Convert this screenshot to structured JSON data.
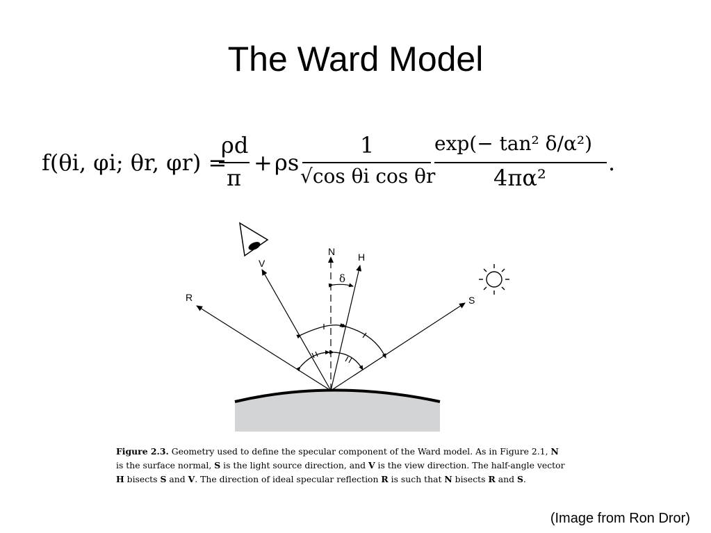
{
  "slide": {
    "title": "The Ward Model",
    "credit": "(Image from Ron Dror)"
  },
  "formula": {
    "lhs": "f(θi, φi; θr, φr) =",
    "term1_num": "ρd",
    "term1_den": "π",
    "plus": "+",
    "rho_s": "ρs",
    "term2_num": "1",
    "term2_den": "√cos θi cos θr",
    "term3_num": "exp(− tan² δ/α²)",
    "term3_den": "4πα²",
    "end": "."
  },
  "diagram": {
    "labels": {
      "n": "N",
      "h": "H",
      "v": "V",
      "r": "R",
      "s": "S",
      "delta": "δ"
    }
  },
  "caption": {
    "figure_label": "Figure 2.3.",
    "line1": " Geometry used to define the specular component of the Ward model. As in Figure 2.1, ",
    "n": "N",
    "line2a": "is the surface normal, ",
    "s": "S",
    "line2b": " is the light source direction, and ",
    "v": "V",
    "line2c": " is the view direction. The half-angle vector",
    "h": "H",
    "line3a": " bisects ",
    "s2": "S",
    "line3b": " and ",
    "v2": "V",
    "line3c": ". The direction of ideal specular reflection ",
    "r": "R",
    "line3d": " is such that ",
    "n2": "N",
    "line3e": " bisects ",
    "r2": "R",
    "line3f": " and ",
    "s3": "S",
    "line3g": "."
  }
}
